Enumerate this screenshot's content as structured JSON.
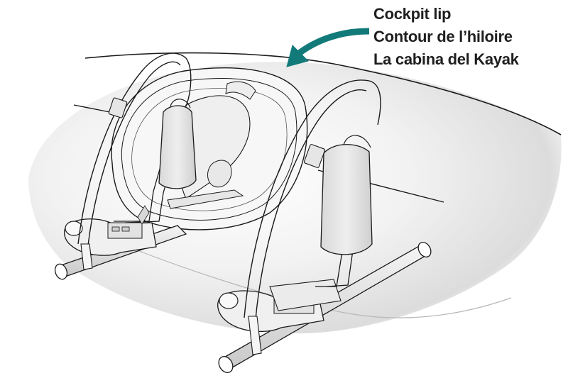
{
  "callout": {
    "labels": [
      "Cockpit lip",
      "Contour de l’hiloire",
      "La cabina del Kayak"
    ],
    "arrow_color": "#137a7a"
  },
  "colors": {
    "line": "#1a1a1a",
    "hull_light": "#ffffff",
    "hull_shadow": "#d6d6d6",
    "hull_edge": "#b8b8b8"
  }
}
